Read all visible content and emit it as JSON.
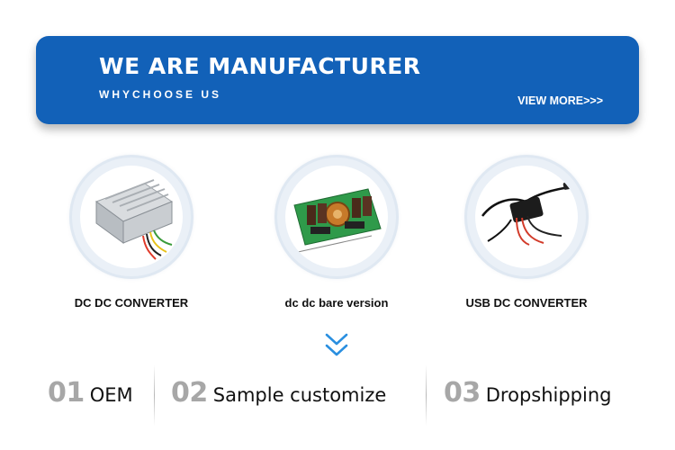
{
  "banner": {
    "title": "WE ARE MANUFACTURER",
    "subtitle": "WHYCHOOSE US",
    "view_more": "VIEW MORE>>>"
  },
  "products": [
    {
      "label": "DC DC CONVERTER",
      "icon": "aluminum-converter-icon"
    },
    {
      "label": "dc dc bare version",
      "icon": "pcb-board-icon"
    },
    {
      "label": "USB DC CONVERTER",
      "icon": "usb-cable-converter-icon"
    }
  ],
  "features": [
    {
      "number": "01",
      "label": "OEM"
    },
    {
      "number": "02",
      "label": "Sample customize"
    },
    {
      "number": "03",
      "label": "Dropshipping"
    }
  ],
  "colors": {
    "banner_blue": "#1261b8",
    "accent_blue": "#2a8fe0",
    "number_gray": "#a7a7a7"
  }
}
